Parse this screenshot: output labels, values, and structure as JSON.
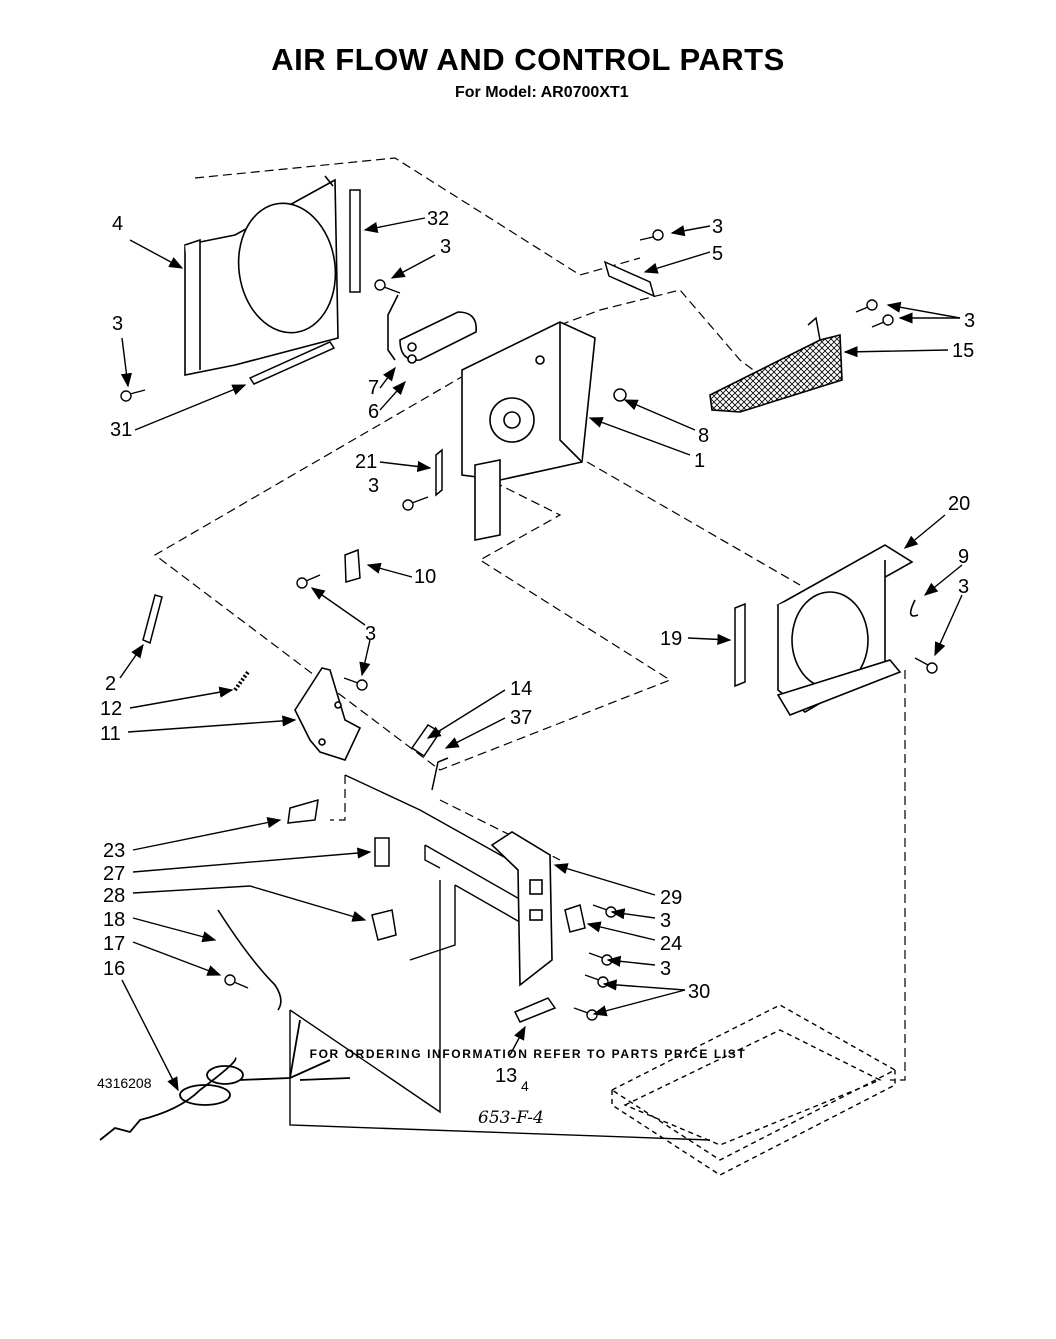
{
  "title": "AIR FLOW AND CONTROL PARTS",
  "subtitle": "For Model: AR0700XT1",
  "footer_note": "FOR ORDERING INFORMATION REFER TO PARTS PRICE LIST",
  "doc_number": "4316208",
  "page_number": "4",
  "handwritten_code": "653-F-4",
  "callouts": {
    "c4": "4",
    "c32": "32",
    "c3a": "3",
    "c3b": "3",
    "c5": "5",
    "c3c": "3",
    "c15": "15",
    "c3d": "3",
    "c31": "31",
    "c7": "7",
    "c6": "6",
    "c8": "8",
    "c1": "1",
    "c21": "21",
    "c3e": "3",
    "c20": "20",
    "c10": "10",
    "c9": "9",
    "c3f": "3",
    "c19": "19",
    "c3g": "3",
    "c2": "2",
    "c12": "12",
    "c11": "11",
    "c14": "14",
    "c37": "37",
    "c23": "23",
    "c27": "27",
    "c28": "28",
    "c18": "18",
    "c17": "17",
    "c16": "16",
    "c29": "29",
    "c3h": "3",
    "c24": "24",
    "c3i": "3",
    "c30": "30",
    "c13": "13"
  }
}
